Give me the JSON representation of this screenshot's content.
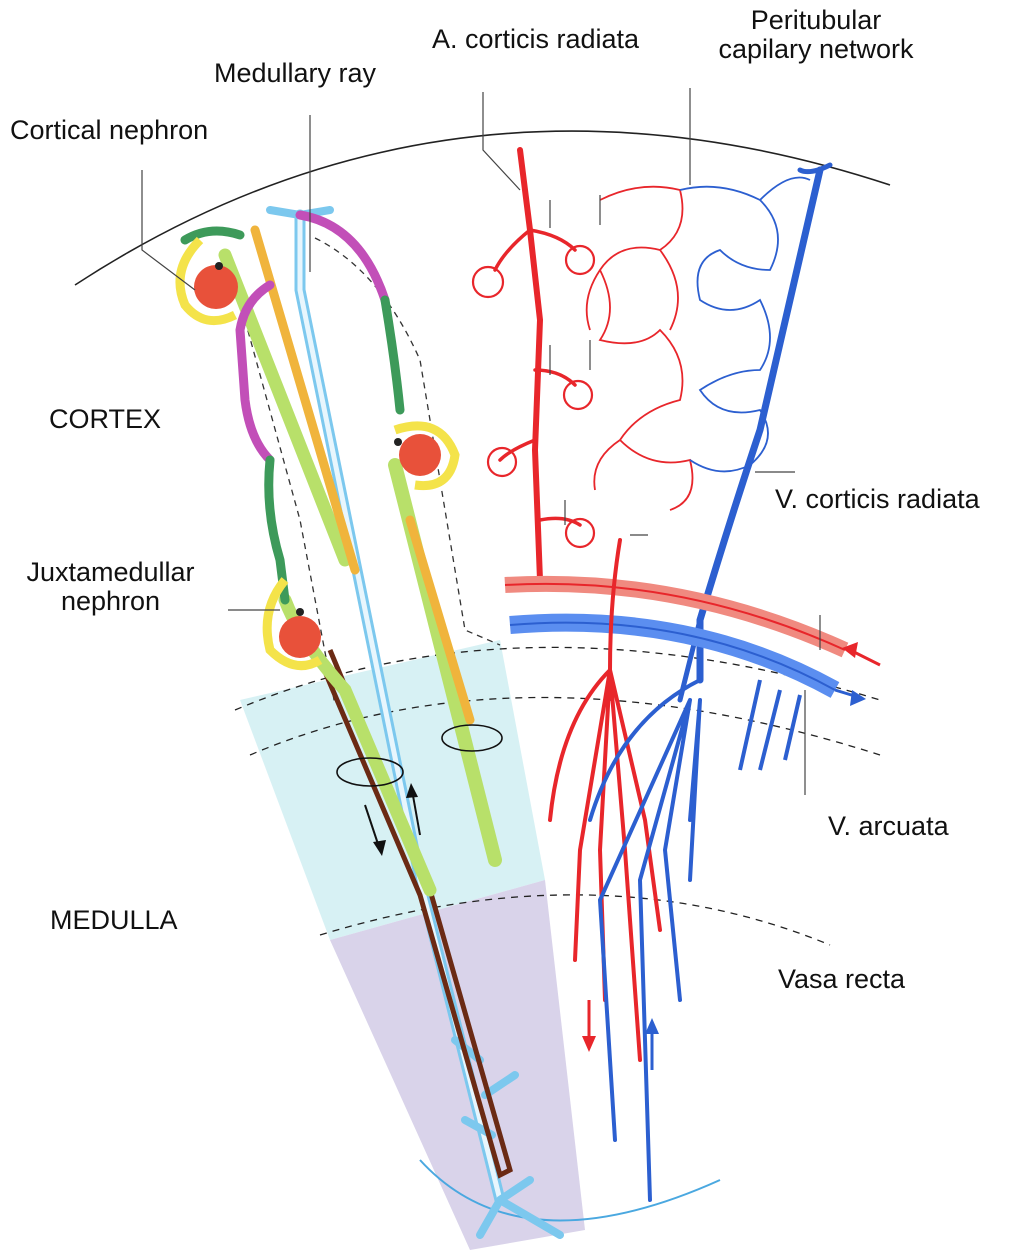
{
  "labels": {
    "a_corticis_radiata": "A. corticis radiata",
    "peritubular_line1": "Peritubular",
    "peritubular_line2": "capilary network",
    "medullary_ray": "Medullary ray",
    "cortical_nephron": "Cortical nephron",
    "cortex": "CORTEX",
    "v_corticis_radiata": "V. corticis radiata",
    "juxtamedullar_line1": "Juxtamedullar",
    "juxtamedullar_line2": "nephron",
    "v_arcuata": "V. arcuata",
    "medulla": "MEDULLA",
    "vasa_recta": "Vasa recta"
  },
  "colors": {
    "arterial": "#e8262b",
    "venous": "#2c5fd0",
    "medulla_inner": "#d9d3ea",
    "medulla_outer": "#d7f1f4",
    "glomerulus": "#e8513a",
    "proximal_tubule": "#b8e06a",
    "collecting_duct": "#7cc8ee",
    "thin_limb": "#6b2a14",
    "macula_segment": "#f0b43c",
    "distal_convoluted": "#c24fb8",
    "connecting_tubule": "#3d9a5a",
    "bowman_capsule": "#f4e34a"
  }
}
